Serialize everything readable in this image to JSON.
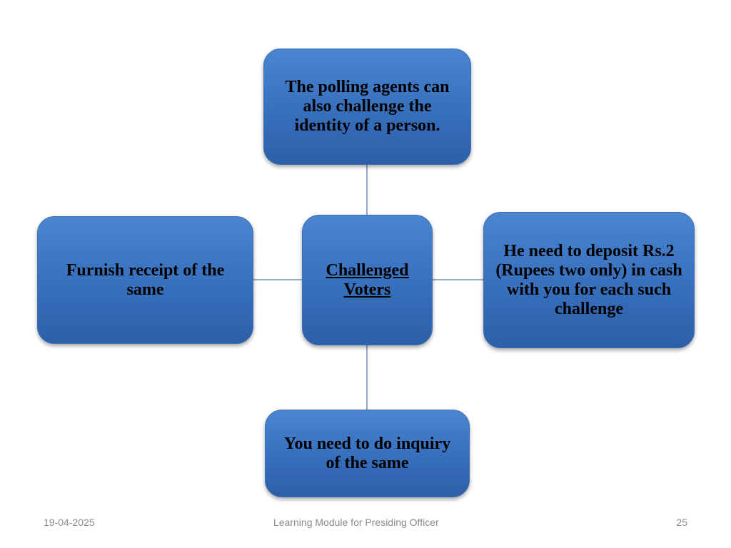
{
  "diagram": {
    "center": {
      "text": "Challenged Voters"
    },
    "top": {
      "text": "The polling agents can also challenge the identity of a person."
    },
    "left": {
      "text": "Furnish receipt of the same"
    },
    "right": {
      "text": "He need to deposit Rs.2 (Rupees two only) in cash with you for each such challenge"
    },
    "bottom": {
      "text": "You need to do inquiry of the same"
    }
  },
  "footer": {
    "date": "19-04-2025",
    "title": "Learning Module for Presiding Officer",
    "page_number": "25"
  },
  "colors": {
    "node_fill": "#3a73c0",
    "connector": "#6f8fb8",
    "footer_text": "#8a8a8a"
  }
}
